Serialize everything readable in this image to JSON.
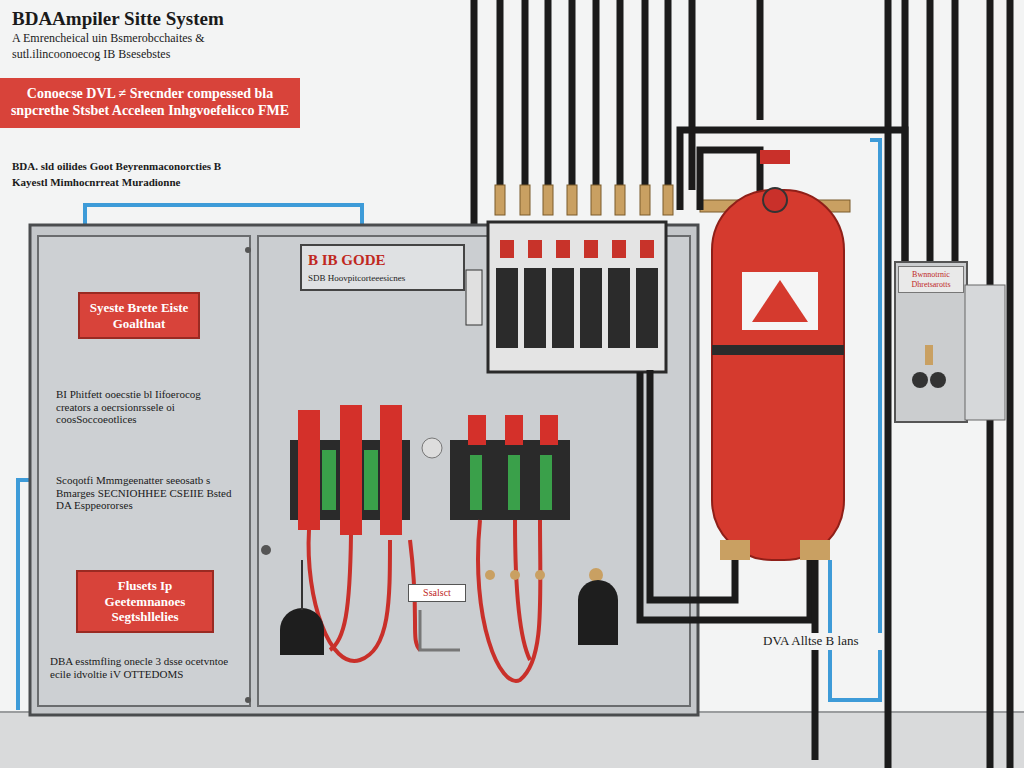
{
  "diagram": {
    "title": "BDAAmpiler Sitte System",
    "nodes": [
      {
        "text": [
          "Conoecse DVL ≠ Srecnder compessed bla snpcrethe Stsbet Acceleen Inhgvoefelicco FME"
        ]
      },
      {
        "text": [
          "Syeste Brete Eiste Goaltlnat"
        ]
      },
      {
        "text": [
          "Flusets Ip Geetemnanoes Segtshllelies"
        ]
      },
      {
        "text": [
          "B IB GODE",
          "SDB Hoovpitcorteeesicnes"
        ]
      },
      {
        "text": [
          "Ssalsct"
        ]
      },
      {
        "text": [
          "Bwnnotrnic Dhretsarotts"
        ]
      }
    ],
    "labels": [
      "A Emrencheical uin Bsmerobcchaites &",
      "sutl.ilincoonoecog IB Bsesebstes",
      "BDA. sld oilides Goot Beyrenmaconorcties B",
      "Kayestl Mimhocnrreat Muradionne",
      "BI Phitfett ooecstie bl Iifoerocog creators a oecrsionrssele oi coosSoccoeotlices",
      "Scoqotfi Mmmgeenatter seeosatb s Bmarges SECNIOHHEE CSEIIE Bsted DA Esppeororses",
      "DBA esstmfling onecle 3 dsse ocetvntoe ecile idvoltie iV OTTEDOMS",
      "DVA Alltse B lans"
    ]
  }
}
